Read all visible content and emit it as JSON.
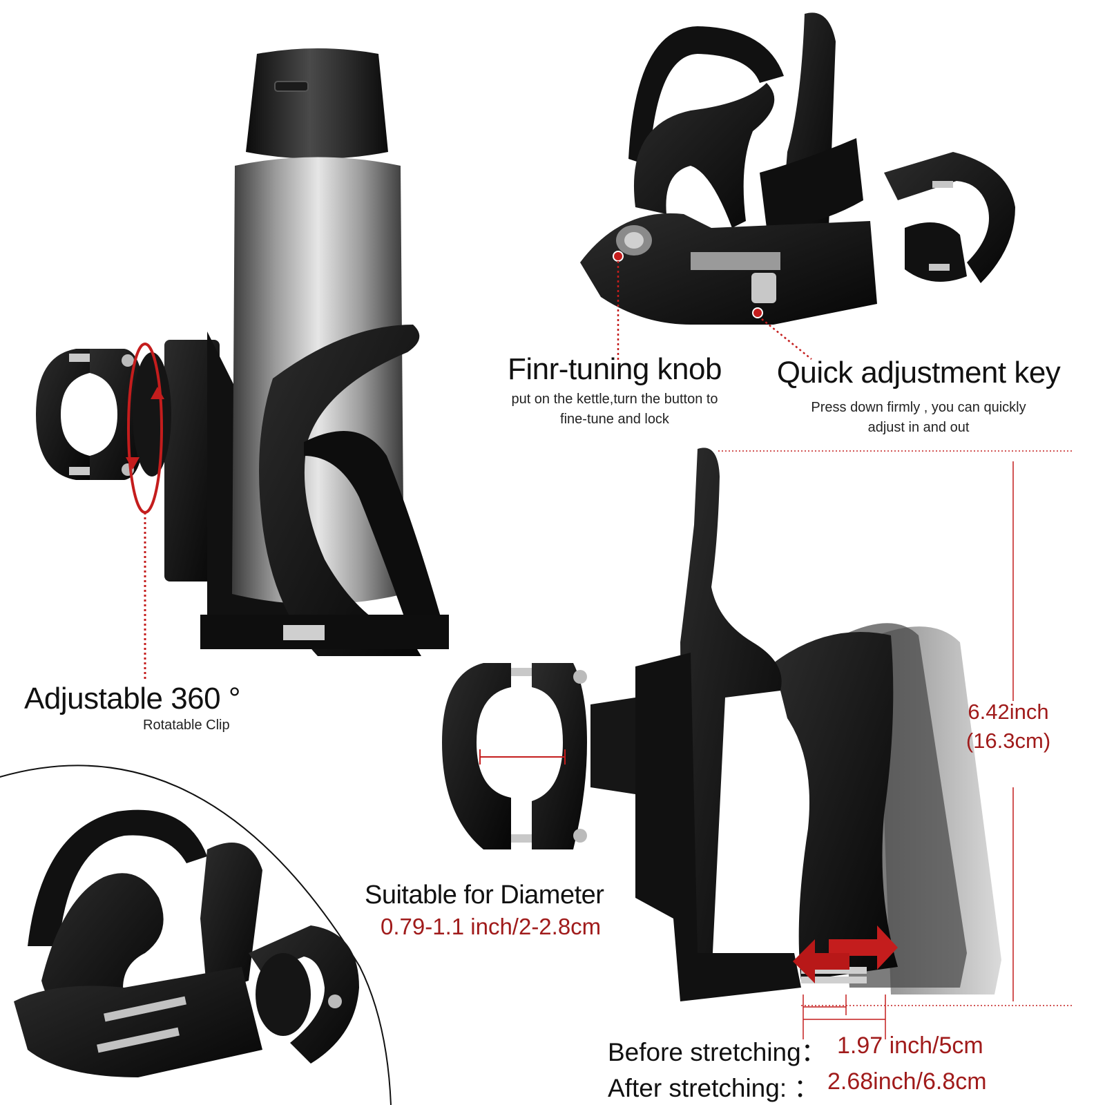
{
  "features": {
    "rotation": {
      "title": "Adjustable 360 °",
      "subtitle": "Rotatable Clip"
    },
    "tuning_knob": {
      "title": "Finr-tuning knob",
      "desc_line1": "put on the kettle,turn the button to",
      "desc_line2": "fine-tune and lock"
    },
    "quick_key": {
      "title": "Quick adjustment key",
      "desc_line1": "Press down firmly , you can quickly",
      "desc_line2": "adjust in and out"
    },
    "diameter": {
      "title": "Suitable for Diameter",
      "value": "0.79-1.1 inch/2-2.8cm"
    },
    "height": {
      "value_line1": "6.42inch",
      "value_line2": "(16.3cm)"
    },
    "stretch": {
      "before_label": "Before stretching：",
      "before_value": "1.97 inch/5cm",
      "after_label": "After stretching:  ：",
      "after_value": "2.68inch/6.8cm"
    }
  },
  "colors": {
    "accent": "#a01b1b",
    "product": "#141414",
    "metal": "#b9b9b9"
  }
}
